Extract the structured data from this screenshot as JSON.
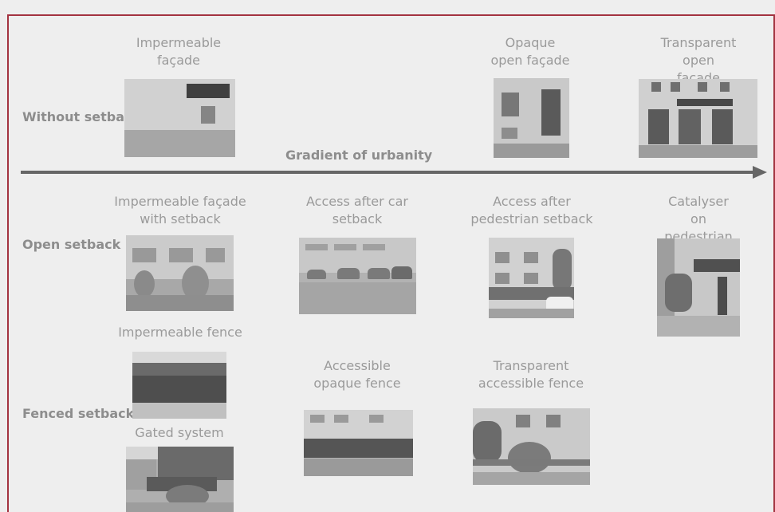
{
  "axis": {
    "label": "Gradient of urbanity"
  },
  "rows": {
    "without_setback": "Without\nsetback",
    "open_setback": "Open\nsetback",
    "fenced_setback": "Fenced\nsetback"
  },
  "captions": {
    "impermeable_facade": "Impermeable\nfaçade",
    "opaque_open_facade": "Opaque\nopen façade",
    "transparent_open_facade": "Transparent\nopen façade",
    "impermeable_facade_setback": "Impermeable façade\nwith setback",
    "access_after_car_setback": "Access after car\nsetback",
    "access_after_pedestrian_setback": "Access after\npedestrian setback",
    "catalyser_on_pedestrian_setback": "Catalyser on\npedestrian setback",
    "impermeable_fence": "Impermeable fence",
    "gated_system": "Gated system",
    "accessible_opaque_fence": "Accessible\nopaque fence",
    "transparent_accessible_fence": "Transparent\naccessible fence"
  },
  "colors": {
    "frame": "#a33340",
    "background": "#eeeeee",
    "text": "#8c8c8c",
    "arrow": "#666666"
  }
}
